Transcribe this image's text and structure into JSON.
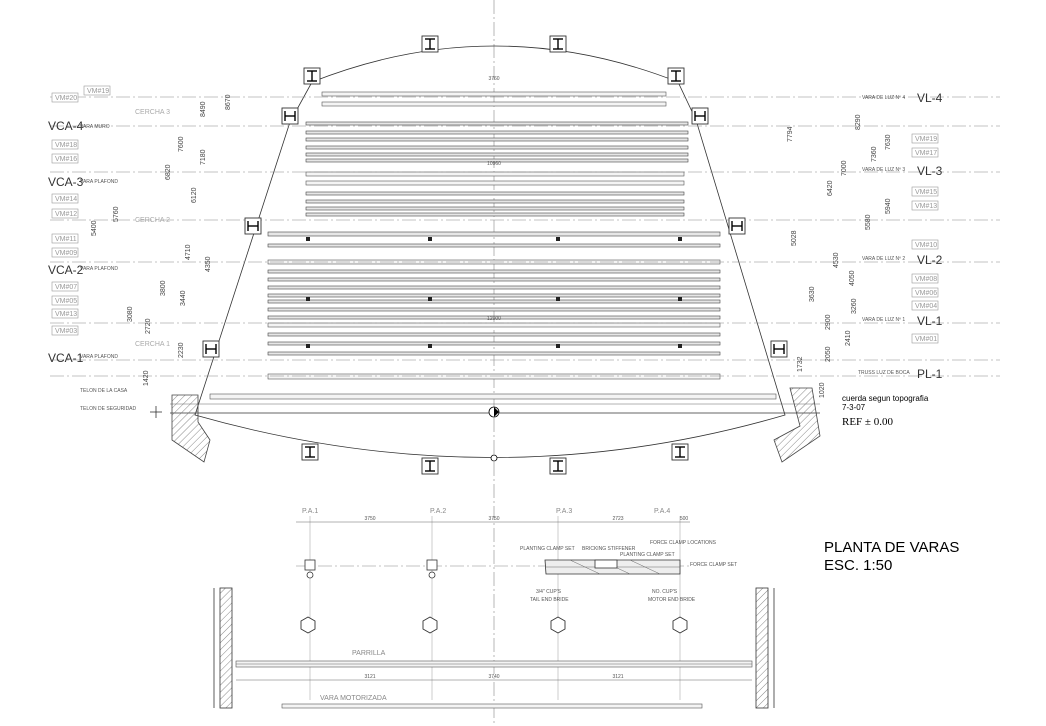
{
  "title": {
    "line1": "PLANTA DE VARAS",
    "line2": "ESC. 1:50"
  },
  "notes": {
    "cuerda": "cuerda  segun  topografia",
    "date": "7-3-07",
    "ref": "REF ± 0.00"
  },
  "left_labels": [
    {
      "code": "VCA-4",
      "sub": "VARA MURO"
    },
    {
      "code": "VCA-3",
      "sub": "VARA PLAFOND"
    },
    {
      "code": "VCA-2",
      "sub": "VARA PLAFOND"
    },
    {
      "code": "VCA-1",
      "sub": "VARA PLAFOND"
    }
  ],
  "right_labels": [
    {
      "code": "VL-4",
      "sub": "VARA DE LUZ Nº 4"
    },
    {
      "code": "VL-3",
      "sub": "VARA DE LUZ Nº 3"
    },
    {
      "code": "VL-2",
      "sub": "VARA DE LUZ Nº 2"
    },
    {
      "code": "VL-1",
      "sub": "VARA DE LUZ Nº 1"
    },
    {
      "code": "PL-1",
      "sub": "TRUSS LUZ DE BOCA"
    }
  ],
  "cerchas": [
    "CERCHA 3",
    "CERCHA 2",
    "CERCHA 1"
  ],
  "telon": [
    "TELON DE LA CASA",
    "TELON DE SEGURIDAD"
  ],
  "vm_left": [
    "VM#20",
    "VM#19",
    "VM#18",
    "VM#16",
    "VM#14",
    "VM#12",
    "VM#11",
    "VM#09",
    "VM#07",
    "VM#05",
    "VM#13",
    "VM#03"
  ],
  "vm_right": [
    "VM#19",
    "VM#17",
    "VM#15",
    "VM#13",
    "VM#10",
    "VM#08",
    "VM#06",
    "VM#04",
    "VM#01"
  ],
  "dims_left": [
    "8490",
    "8670",
    "7600",
    "7180",
    "6820",
    "6120",
    "5760",
    "5400",
    "4710",
    "4350",
    "3800",
    "3440",
    "3080",
    "2720",
    "2230",
    "1420"
  ],
  "dims_right": [
    "7794",
    "8290",
    "7630",
    "7360",
    "7000",
    "6420",
    "5940",
    "5580",
    "5028",
    "4530",
    "4050",
    "3630",
    "3260",
    "2900",
    "2410",
    "2050",
    "1732",
    "1020"
  ],
  "width_labels": [
    "3760",
    "10960",
    "12900"
  ],
  "section": {
    "pa": [
      "P.A.1",
      "P.A.2",
      "P.A.3",
      "P.A.4"
    ],
    "pa_dims": [
      "3750",
      "3750",
      "2723",
      "500"
    ],
    "parrilla": "PARRILLA",
    "vara_motorizada": "VARA MOTORIZADA",
    "bottom_dims": [
      "3121",
      "3740",
      "3121"
    ],
    "clamp_notes": [
      "PLANTING CLAMP SET",
      "BRICKING STIFFENER",
      "PLANTING CLAMP SET",
      "FORCE CLAMP LOCATIONS",
      "FORCE CLAMP SET"
    ],
    "grid_notes": [
      "3/4\" CUP'S",
      "TAIL END BRIDE",
      "NO. CUP'S",
      "MOTOR END BRIDE"
    ]
  },
  "colors": {
    "line": "#333333",
    "grey": "#999999",
    "background": "#ffffff"
  }
}
